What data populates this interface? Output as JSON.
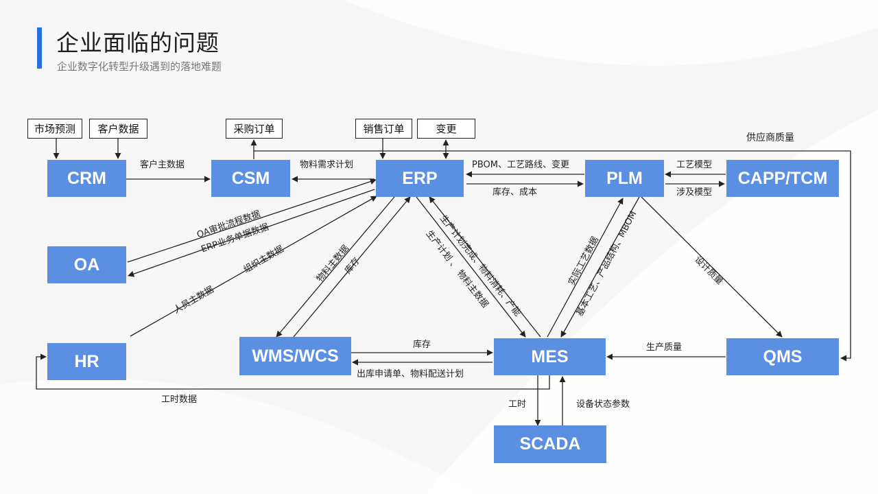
{
  "header": {
    "title": "企业面临的问题",
    "subtitle": "企业数字化转型升级遇到的落地难题"
  },
  "sources": {
    "market_forecast": "市场预测",
    "customer_data": "客户数据",
    "purchase_order": "采购订单",
    "sales_order": "销售订单",
    "change": "变更"
  },
  "systems": {
    "crm": "CRM",
    "csm": "CSM",
    "erp": "ERP",
    "plm": "PLM",
    "capp": "CAPP/TCM",
    "oa": "OA",
    "hr": "HR",
    "wms": "WMS/WCS",
    "mes": "MES",
    "qms": "QMS",
    "scada": "SCADA"
  },
  "flows": {
    "customer_master": "客户主数据",
    "material_requirement_plan": "物料需求计划",
    "pbom_route_change": "PBOM、工艺路线、变更",
    "inventory_cost": "库存、成本",
    "process_model": "工艺模型",
    "involved_model": "涉及模型",
    "supplier_quality": "供应商质量",
    "oa_approval": "OA审批流程数据",
    "erp_business": "ERP业务单据数据",
    "org_master": "组织主数据",
    "personnel_master": "人员主数据",
    "material_master_wms": "物料主数据",
    "inventory_wms": "库存",
    "prod_complete": "生产计划完成、物料消耗、产能",
    "prod_plan_material": "生产计划 、 物料主数据",
    "actual_process": "实际工艺数据",
    "basic_process_mbom": "基本工艺、产品结构、MBOM",
    "design_quality": "设计质量",
    "inventory_mes": "库存",
    "outbound_delivery": "出库申请单、物料配送计划",
    "production_quality": "生产质量",
    "work_hours_hr": "工时数据",
    "work_hours": "工时",
    "equipment_status": "设备状态参数"
  }
}
